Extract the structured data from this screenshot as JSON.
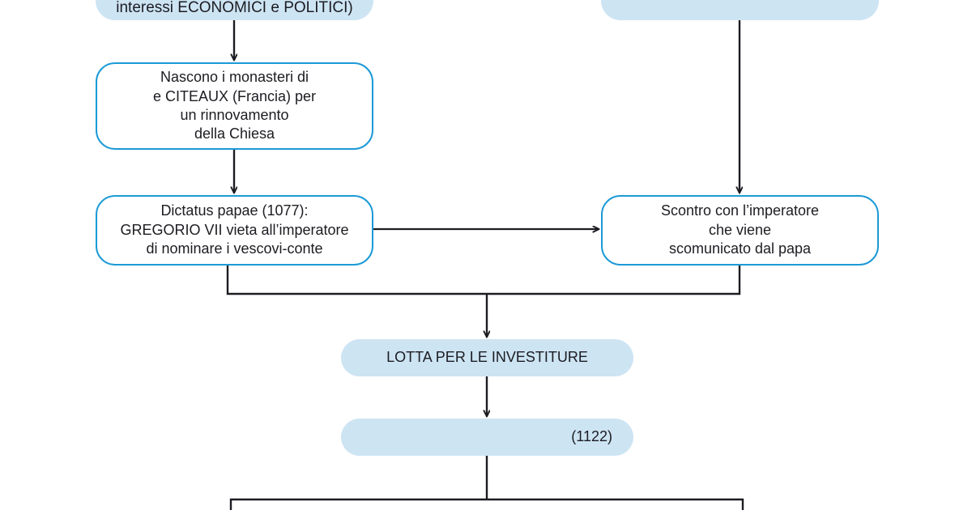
{
  "diagram": {
    "title_visible": false,
    "colors": {
      "fill_light_blue": "#cde4f3",
      "stroke_blue": "#1b9ad6",
      "connector_black": "#1c1c22",
      "text": "#1c1c22",
      "background": "#ffffff"
    },
    "nodes": [
      {
        "id": "top-left",
        "style": "filled",
        "text": "interessi ECONOMICI e POLITICI)",
        "clipped": "top"
      },
      {
        "id": "top-right",
        "style": "filled",
        "text": "",
        "clipped": "top"
      },
      {
        "id": "monasteri",
        "style": "outlined",
        "text": "Nascono i monasteri di\n e CITEAUX (Francia) per\nun rinnovamento\n della Chiesa"
      },
      {
        "id": "dictatus",
        "style": "outlined",
        "text": "Dictatus papae (1077):\nGREGORIO VII vieta all’imperatore\ndi nominare i vescovi-conte"
      },
      {
        "id": "scontro",
        "style": "outlined",
        "text": "Scontro con l’imperatore\nche viene\nscomunicato dal papa"
      },
      {
        "id": "lotta",
        "style": "filled",
        "text": "LOTTA PER LE INVESTITURE"
      },
      {
        "id": "concordato",
        "style": "filled",
        "text": "(1122)"
      }
    ],
    "connectors": [
      {
        "id": "top-left-to-monasteri",
        "kind": "arrow-down"
      },
      {
        "id": "top-right-to-scontro",
        "kind": "arrow-down"
      },
      {
        "id": "monasteri-to-dictatus",
        "kind": "arrow-down"
      },
      {
        "id": "dictatus-to-scontro",
        "kind": "arrow-right"
      },
      {
        "id": "dictatus-scontro-merge-to-lotta",
        "kind": "bracket-merge-arrow-down"
      },
      {
        "id": "lotta-to-concordato",
        "kind": "arrow-down"
      },
      {
        "id": "concordato-to-branch",
        "kind": "bracket-split"
      }
    ]
  }
}
